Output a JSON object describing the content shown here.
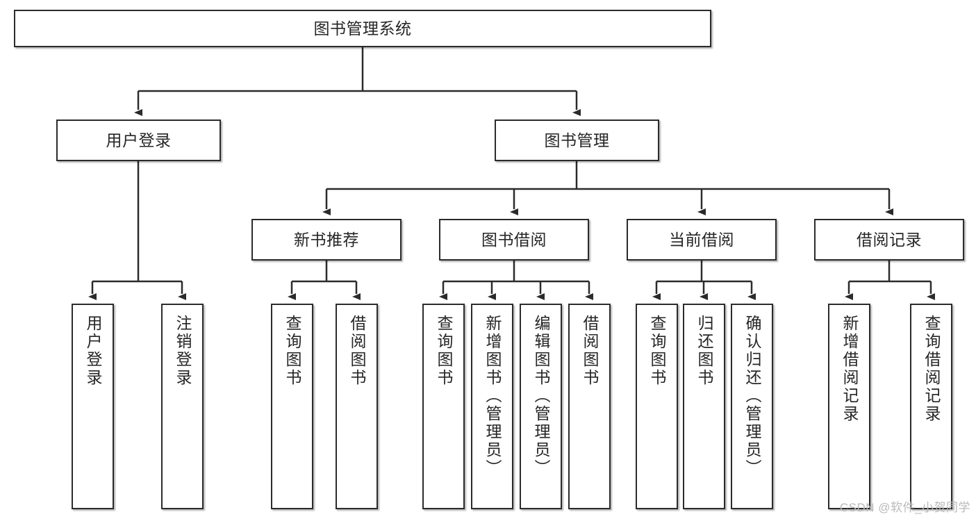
{
  "diagram": {
    "type": "tree",
    "title": "图书管理系统",
    "root": {
      "label": "图书管理系统"
    },
    "level2": [
      {
        "label": "用户登录"
      },
      {
        "label": "图书管理"
      }
    ],
    "level3": [
      {
        "label": "新书推荐"
      },
      {
        "label": "图书借阅"
      },
      {
        "label": "当前借阅"
      },
      {
        "label": "借阅记录"
      }
    ],
    "leaves": {
      "user_login": [
        {
          "label": "用户登录"
        },
        {
          "label": "注销登录"
        }
      ],
      "new_book_recommend": [
        {
          "label": "查询图书"
        },
        {
          "label": "借阅图书"
        }
      ],
      "book_borrow": [
        {
          "label": "查询图书"
        },
        {
          "label": "新增图书（管理员）"
        },
        {
          "label": "编辑图书（管理员）"
        },
        {
          "label": "借阅图书"
        }
      ],
      "current_borrow": [
        {
          "label": "查询图书"
        },
        {
          "label": "归还图书"
        },
        {
          "label": "确认归还（管理员）"
        }
      ],
      "borrow_record": [
        {
          "label": "新增借阅记录"
        },
        {
          "label": "查询借阅记录"
        }
      ]
    }
  },
  "watermark": {
    "text": "CSDN @软件_小贺同学"
  },
  "colors": {
    "stroke": "#2b2b2b",
    "fill": "#ffffff",
    "text": "#262626",
    "watermark": "#b9b9b9"
  }
}
